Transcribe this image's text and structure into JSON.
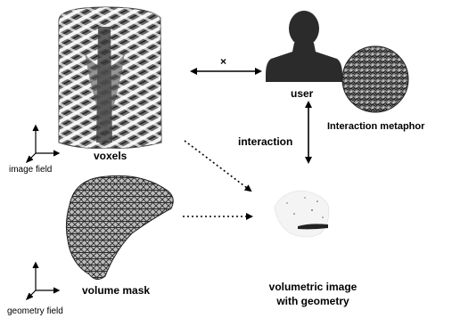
{
  "labels": {
    "voxels": "voxels",
    "user": "user",
    "interaction_metaphor": "Interaction metaphor",
    "interaction": "interaction",
    "cross": "×",
    "image_field": "image field",
    "volume_mask": "volume mask",
    "geometry_field": "geometry field",
    "volumetric_image_line1": "volumetric image",
    "volumetric_image_line2": "with geometry"
  },
  "colors": {
    "ink": "#000000",
    "user_silhouette": "#2b2b2b"
  }
}
